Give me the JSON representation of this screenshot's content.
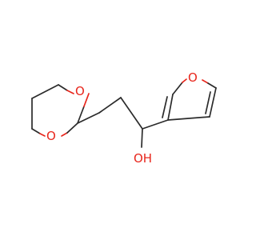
{
  "molecule": {
    "atoms": {
      "dioxane_o_upper": "O",
      "dioxane_o_lower": "O",
      "hydroxyl": "OH",
      "furan_o": "O"
    },
    "colors": {
      "bond": "#2b2b2b",
      "oxygen": "#e8261c",
      "background": "#ffffff"
    }
  }
}
